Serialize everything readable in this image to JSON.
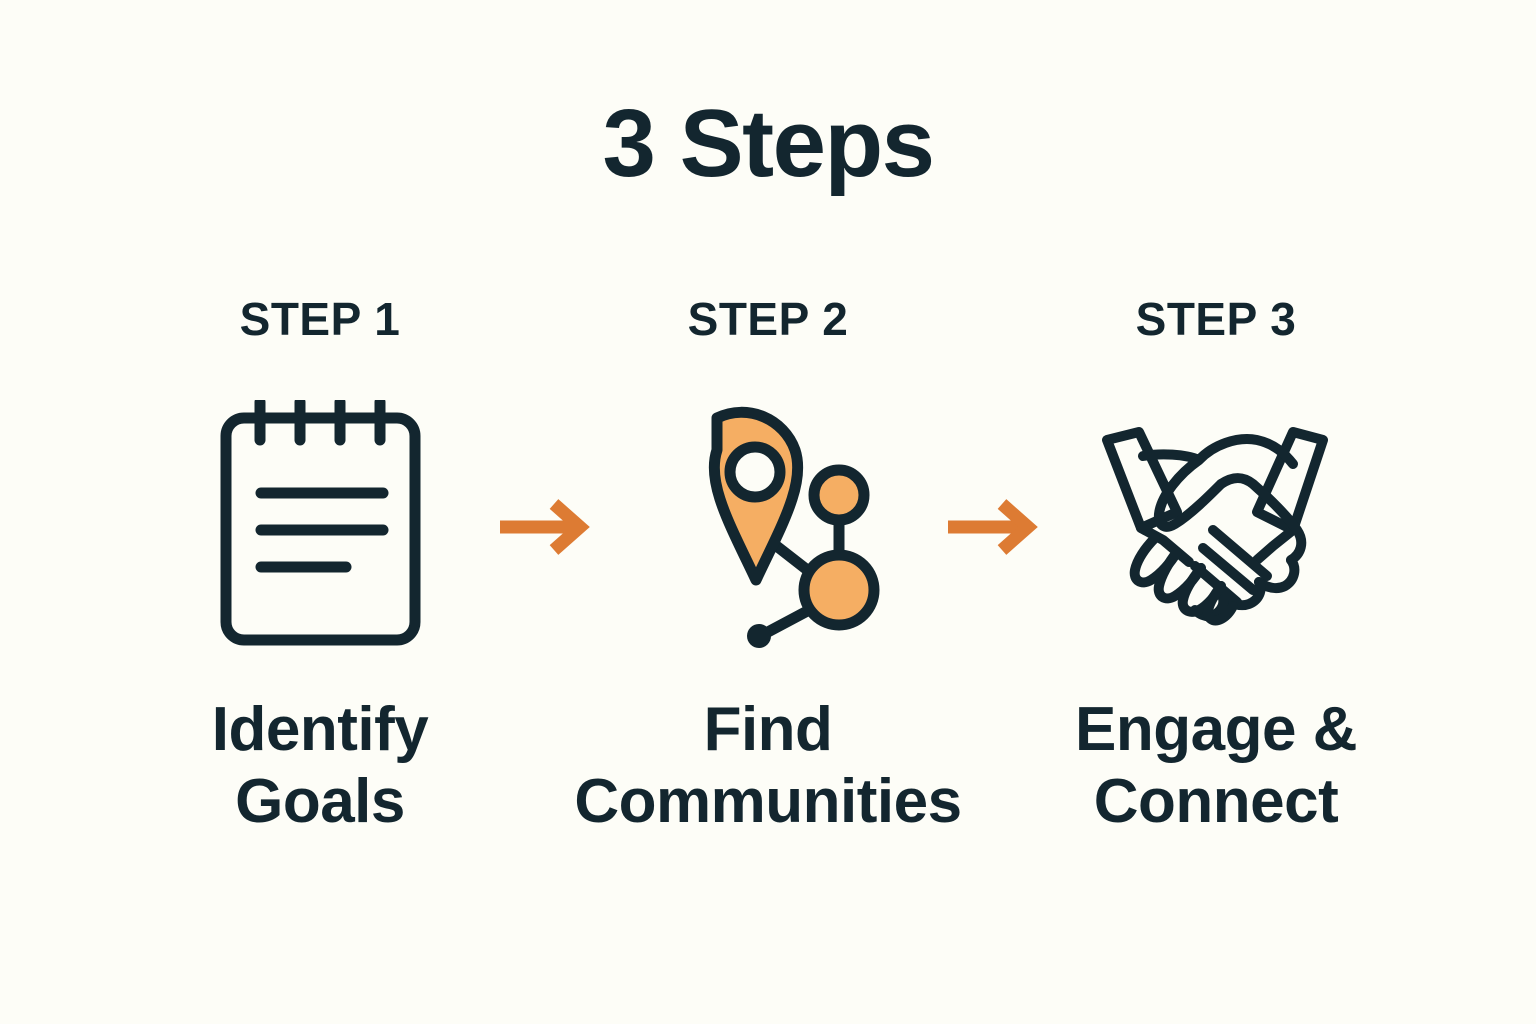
{
  "title": "3 Steps",
  "theme": {
    "background": "#fdfdf7",
    "ink": "#13262f",
    "orange_fill": "#f5ae63",
    "orange_arrow": "#dd7b33"
  },
  "steps": [
    {
      "label": "STEP 1",
      "icon": "notepad-icon",
      "caption": "Identify\nGoals"
    },
    {
      "label": "STEP 2",
      "icon": "map-pin-network-icon",
      "caption": "Find\nCommunities"
    },
    {
      "label": "STEP 3",
      "icon": "handshake-icon",
      "caption": "Engage &\nConnect"
    }
  ],
  "arrows": [
    {
      "name": "arrow-right-icon-1"
    },
    {
      "name": "arrow-right-icon-2"
    }
  ]
}
